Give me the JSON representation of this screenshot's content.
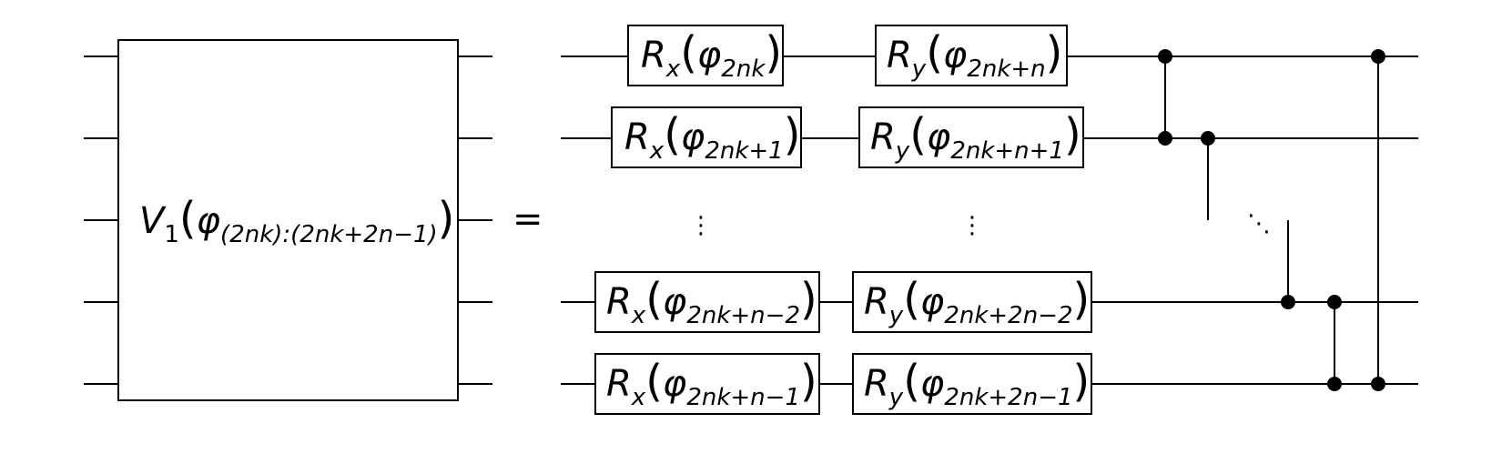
{
  "diagram": {
    "left_block": {
      "name": "V",
      "index": "1",
      "argument_symbol": "φ",
      "argument_subscript": "(2nk):(2nk+2n−1)"
    },
    "equals": "=",
    "vertical_ellipsis": "⋮",
    "diagonal_ellipsis": "⋱",
    "gates": [
      {
        "id": "rx-0",
        "op": "R",
        "axis": "x",
        "symbol": "φ",
        "subscript": "2nk"
      },
      {
        "id": "ry-0",
        "op": "R",
        "axis": "y",
        "symbol": "φ",
        "subscript": "2nk+n"
      },
      {
        "id": "rx-1",
        "op": "R",
        "axis": "x",
        "symbol": "φ",
        "subscript": "2nk+1"
      },
      {
        "id": "ry-1",
        "op": "R",
        "axis": "y",
        "symbol": "φ",
        "subscript": "2nk+n+1"
      },
      {
        "id": "rx-n2",
        "op": "R",
        "axis": "x",
        "symbol": "φ",
        "subscript": "2nk+n−2"
      },
      {
        "id": "ry-n2",
        "op": "R",
        "axis": "y",
        "symbol": "φ",
        "subscript": "2nk+2n−2"
      },
      {
        "id": "rx-n1",
        "op": "R",
        "axis": "x",
        "symbol": "φ",
        "subscript": "2nk+n−1"
      },
      {
        "id": "ry-n1",
        "op": "R",
        "axis": "y",
        "symbol": "φ",
        "subscript": "2nk+2n−1"
      }
    ]
  }
}
